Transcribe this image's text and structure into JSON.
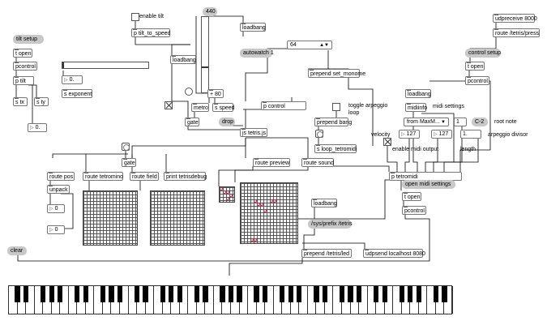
{
  "objects": {
    "ubutton_440": "440",
    "enable_tilt": "enable tilt",
    "p_tilt_to_speed": "p tilt_to_speed",
    "loadbang_1": "loadbang",
    "udpreceive": "udpreceive 8000",
    "route_tetris_press": "route /tetris/press",
    "tilt_setup": "tilt setup",
    "t_open_1": "t open",
    "pcontrol_1": "pcontrol",
    "p_tilt": "p tilt",
    "s_tx": "s tx",
    "s_ty": "s ty",
    "s_exponent": "s exponent",
    "loadbang_2": "loadbang",
    "autowatch": "autowatch 1",
    "menu_value": "64",
    "prepend_set_monome": "prepend set_monome",
    "control_setup": "control setup",
    "t_open_2": "t open",
    "pcontrol_2": "pcontrol",
    "plus_80": "+ 80",
    "metro": "metro",
    "s_speed": "s speed",
    "gate_1": "gate",
    "drop": "drop",
    "p_control": "p control",
    "js_tetris": "js tetris.js",
    "toggle_arpeggio": "toggle arpeggio\nloop",
    "prepend_bang": "prepend bang",
    "s_loop_tetromidi": "s loop_tetromidi",
    "loadbang_3": "loadbang",
    "midiinfo": "midiinfo",
    "midi_settings": "midi settings",
    "midi_out_menu": "from MaxM...",
    "root_note": "root note",
    "root_num": "1",
    "root_c2": "C-2",
    "arpeggio_divisor": "arpeggio divisor",
    "velocity": "velocity",
    "vel_127_a": "127",
    "vel_127_b": "127",
    "enable_midi_output": "enable midi output",
    "length": "length",
    "length_num": "1.",
    "gate_2": "gate",
    "route_pos": "route pos",
    "route_tetromino": "route tetromino",
    "route_field": "route field",
    "print_tetrisdebug": "print tetrisdebug",
    "route_preview": "route preview",
    "route_sound": "route sound",
    "p_tetromidi": "p tetromidi",
    "open_midi_settings": "open midi settings",
    "t_open_3": "t open",
    "pcontrol_3": "pcontrol",
    "unpack": "unpack",
    "num_0_a": "0",
    "num_0_b": "0",
    "num_0_c": "0",
    "num_0_d": "0.",
    "loadbang_4": "loadbang",
    "sys_prefix": "/sys/prefix /tetris",
    "prepend_tetris_led": "prepend /tetris/led",
    "udpsend": "udpsend localhost 8080",
    "clear": "clear"
  },
  "colors": {
    "wire": "#000000",
    "message_bg": "#c8c8c8",
    "object_border": "#777777",
    "led_on": "#c03050"
  },
  "keyboard": {
    "white_keys": 52
  }
}
